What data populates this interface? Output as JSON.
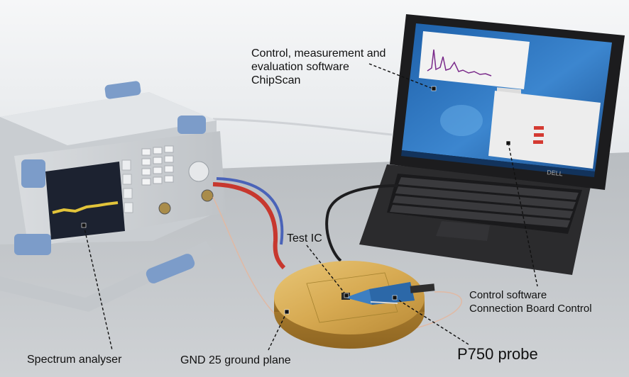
{
  "labels": {
    "software_line1": "Control, measurement and",
    "software_line2": "evaluation software",
    "software_line3": "ChipScan",
    "test_ic": "Test IC",
    "control_line1": "Control software",
    "control_line2": "Connection Board Control",
    "spectrum": "Spectrum analyser",
    "ground_plane": "GND 25 ground plane",
    "probe": "P750 probe"
  },
  "colors": {
    "background": "#eef0f2",
    "table": "#c4c7ca",
    "brass": "#d6a84e",
    "laptop": "#2a2a2c",
    "screen_blue": "#2f6fb6"
  }
}
